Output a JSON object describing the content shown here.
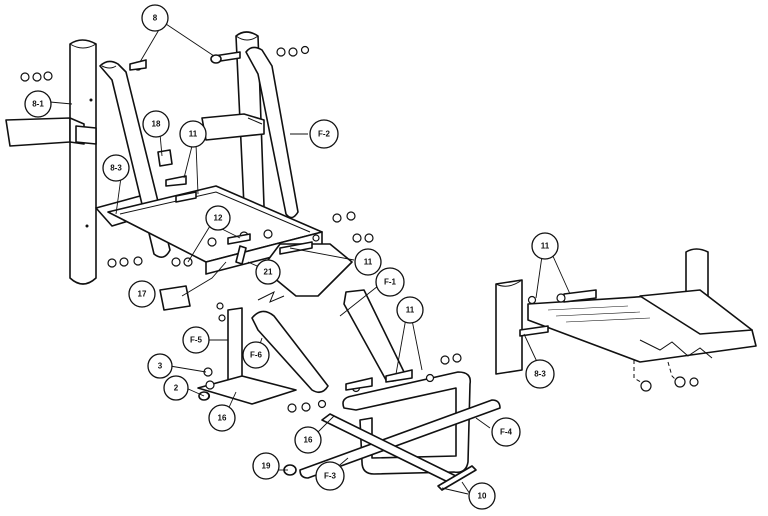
{
  "callouts": {
    "c8_top": "8",
    "c8_1": "8-1",
    "c8_3_left": "8-3",
    "c18": "18",
    "c11_top": "11",
    "cf2": "F-2",
    "c12": "12",
    "c11_mid": "11",
    "c21": "21",
    "c17": "17",
    "cf1": "F-1",
    "c11_right": "11",
    "cf5": "F-5",
    "cf6": "F-6",
    "c3": "3",
    "c2": "2",
    "c16_left": "16",
    "c16_mid": "16",
    "c19": "19",
    "cf3": "F-3",
    "cf4": "F-4",
    "c10": "10",
    "c11_inset": "11",
    "c8_3_inset": "8-3"
  },
  "icons": {
    "nut": "hex-nut-icon",
    "bolt": "bolt-icon",
    "cap": "tube-cap-icon"
  }
}
